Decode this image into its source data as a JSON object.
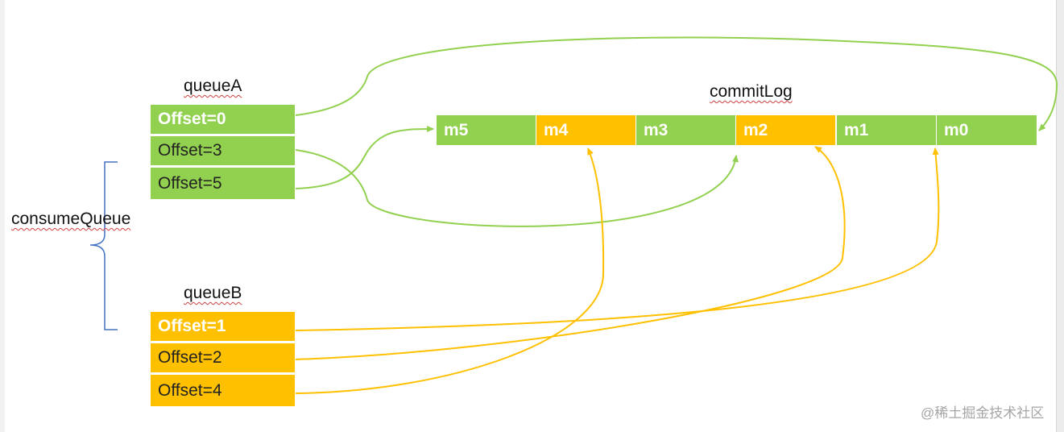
{
  "labels": {
    "queueA": "queueA",
    "queueB": "queueB",
    "commitLog": "commitLog",
    "consumeQueue": "consumeQueue"
  },
  "queueA": {
    "offsets": [
      "Offset=0",
      "Offset=3",
      "Offset=5"
    ]
  },
  "queueB": {
    "offsets": [
      "Offset=1",
      "Offset=2",
      "Offset=4"
    ]
  },
  "commitLog": {
    "messages": [
      "m5",
      "m4",
      "m3",
      "m2",
      "m1",
      "m0"
    ]
  },
  "colors": {
    "green": "#92d050",
    "orange": "#ffc000",
    "bracket": "#4472c4"
  },
  "watermark": "@稀土掘金技术社区"
}
